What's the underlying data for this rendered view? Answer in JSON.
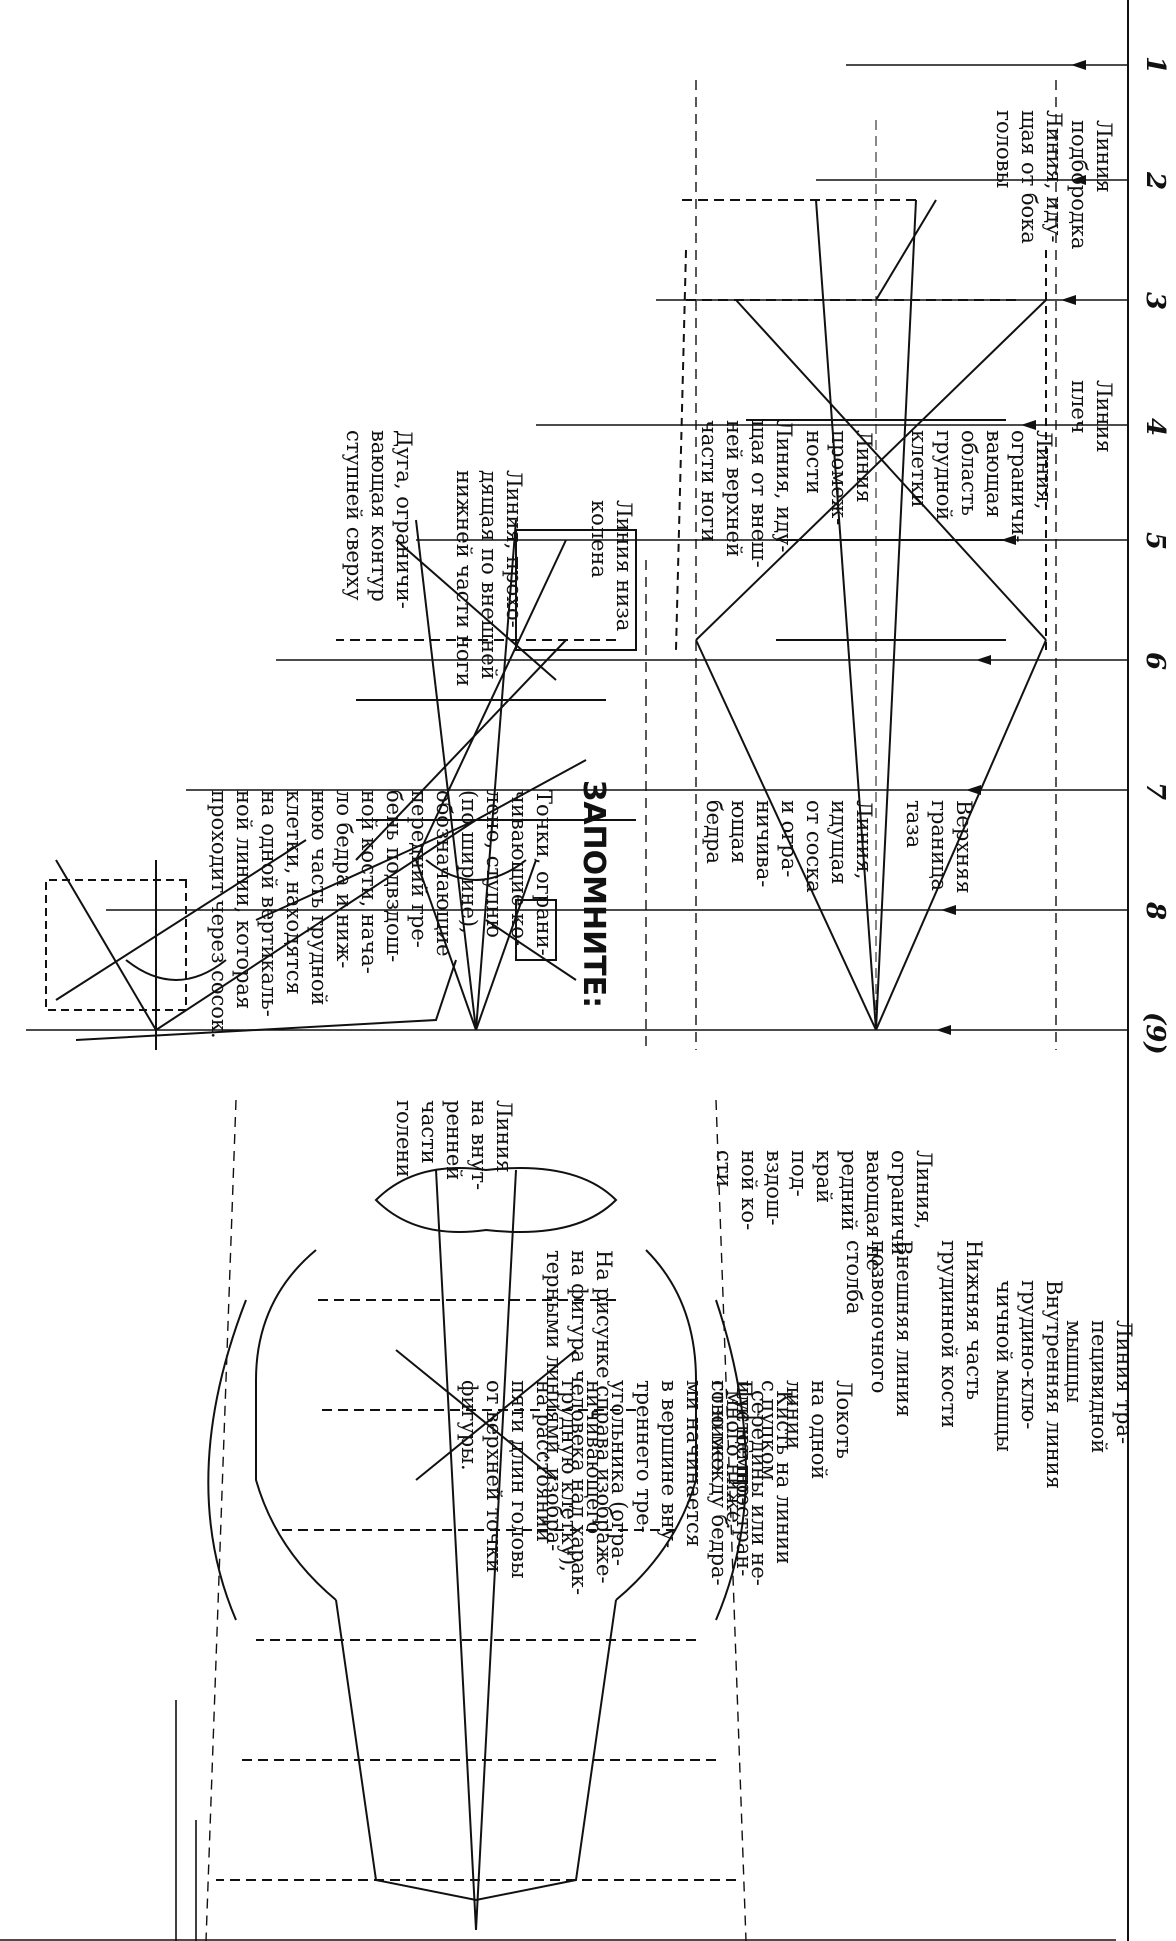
{
  "measure_numbers": [
    "1",
    "2",
    "3",
    "4",
    "5",
    "6",
    "7",
    "8",
    "(9)"
  ],
  "labels": {
    "chin_line": "Линия\nподбородка",
    "head_side_line": "Линия, иду-\nщая от бока\nголовы",
    "shoulder_line": "Линия\nплеч",
    "ribcage_line": "Линия,\nограничи-\nвающая\nобласть\nгрудной\nклетки",
    "crotch_line": "Линия\nпромеж-\nности",
    "outer_thigh_line": "Линия, иду-\nщая от внеш-\nней верхней\nчасти ноги",
    "knee_line": "Линия низа\nколена",
    "outer_shin_line": "Линия, прохо-\nдящая по внешней\nнижней части ноги",
    "foot_arc": "Дуга, ограничи-\nвающая контур\nступней сверху",
    "pelvis_top": "Верхняя\nграница\nтаза",
    "nipple_hip_line": "Линия,\nидущая\nот соска\nи огра-\nничива-\nющая\nбедра",
    "remember_title": "ЗАПОМНИТЕ:",
    "remember_text": "Точки, ограни-\nчивающие ко-\nлено, ступню\n(по ширине),\nобозначающие\nпередний гре-\nбень подвздош-\nной кости, нача-\nло бедра и ниж-\nнюю часть грудной\nклетки, находятся\nна одной вертикаль-\nной линии, которая\nпроходит через сосок.",
    "inner_shin_line": "Линия\nна внут-\nренней\nчасти\nголени",
    "iliac_line": "Линия,\nограничи-\nвающая пе-\nредний\nкрай\nпод-\nвздош-\nной ко-\nсти",
    "trapezius_line": "Линия тра-\nпецивидной\nмышцы",
    "sternocleido_line": "Внутренняя линия\nгрудино-клю-\nчичной мышцы",
    "sternum_line": "Нижняя часть\nгрудинной кости",
    "spine_line": "Внешняя линия\nпозвоночного\nстолба",
    "elbow_note": "Локоть\nна одной\nлинии\nс пупком\nили немно-\nго ниже.",
    "wrist_note": "Кисть на линии\nсередины или не-\nмного ниже.",
    "thigh_gap_note": "Пустое простран-\nство между бедра-\nми начинается\nв вершине вну-\nтреннего тре-\nугольника (огра-\nничивающего\nгрудную клетку),\nна расстоянии\nпяти длин головы\nот верхней точки\nфигуры.",
    "bottom_caption": "На рисунке справа изображе-\nна фигура человека над харак-\nтерными линиями, изобра-"
  }
}
